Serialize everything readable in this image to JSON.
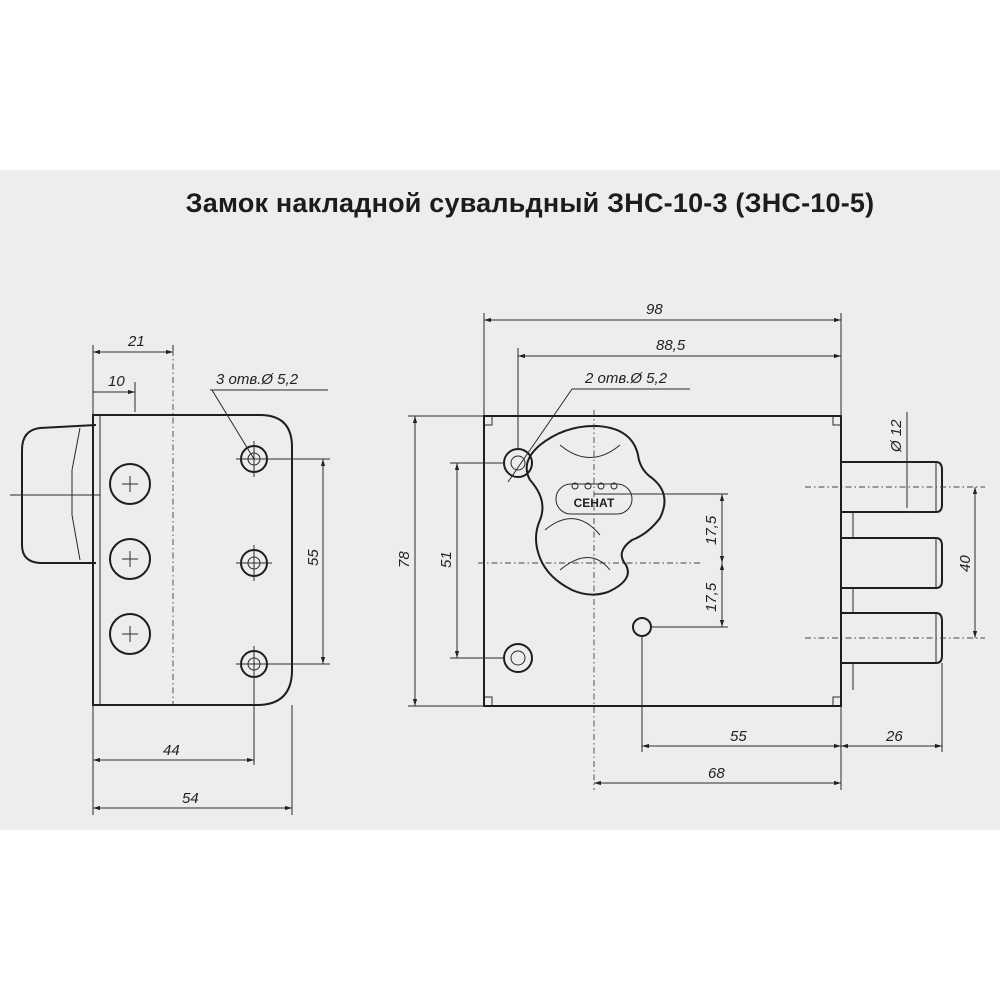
{
  "title": "Замок накладной сувальдный ЗНС-10-3 (ЗНС-10-5)",
  "side_view": {
    "dim_21": "21",
    "dim_10": "10",
    "holes_note": "3 отв.Ø 5,2",
    "dim_55": "55",
    "dim_44": "44",
    "dim_54": "54"
  },
  "front_view": {
    "dim_98": "98",
    "dim_88_5": "88,5",
    "holes_note": "2 отв.Ø 5,2",
    "dim_78": "78",
    "dim_51": "51",
    "dim_17_5_top": "17,5",
    "dim_17_5_bottom": "17,5",
    "dim_d12": "Ø 12",
    "dim_40": "40",
    "dim_55": "55",
    "dim_26": "26",
    "dim_68": "68",
    "brand": "СЕНАТ"
  }
}
